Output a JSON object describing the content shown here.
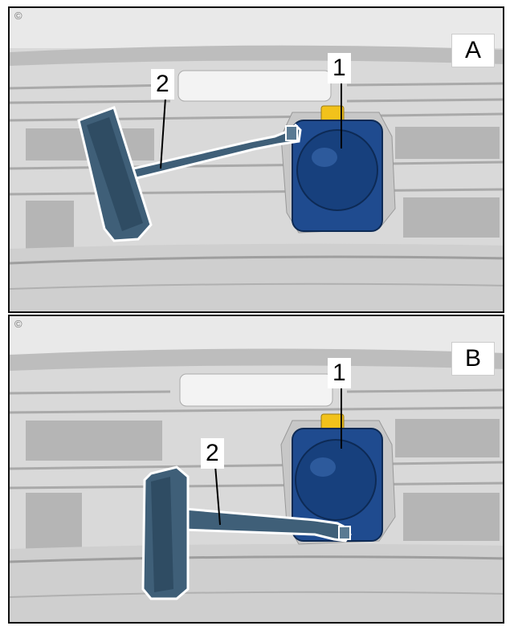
{
  "panels": [
    {
      "letter": "A",
      "callouts": {
        "sensor": "1",
        "tool": "2"
      }
    },
    {
      "letter": "B",
      "callouts": {
        "sensor": "1",
        "tool": "2"
      }
    }
  ],
  "copyright_mark": "©",
  "colors": {
    "tool": "#3f5f78",
    "sensor": "#1f4b8f",
    "screw": "#f2c21b",
    "grille": "#c8c8c8"
  }
}
